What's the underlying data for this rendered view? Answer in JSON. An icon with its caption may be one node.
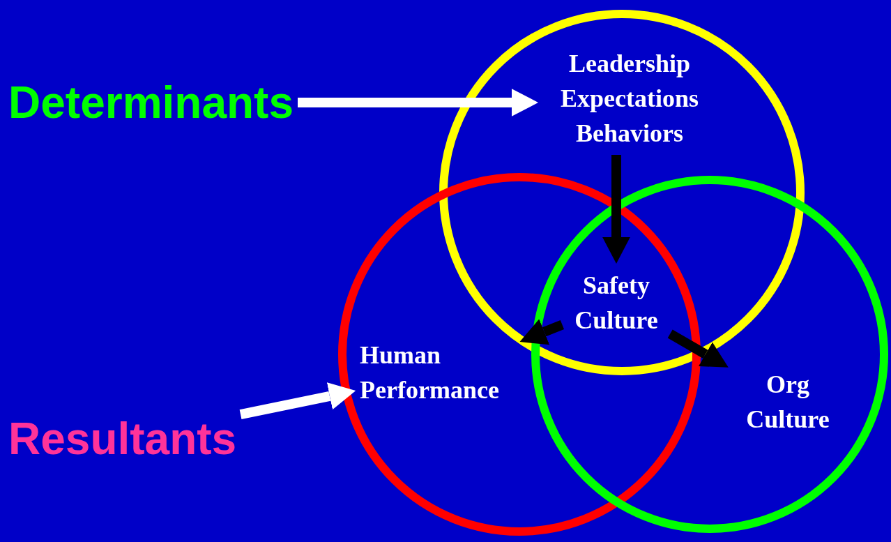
{
  "diagram": {
    "nodes": [
      {
        "text": [
          "Determinants"
        ]
      },
      {
        "text": [
          "Leadership Expectations Behaviors"
        ]
      },
      {
        "text": [
          "Resultants"
        ]
      },
      {
        "text": [
          "Human Performance"
        ]
      },
      {
        "text": [
          "Org Culture"
        ]
      },
      {
        "text": [
          "Safety Culture"
        ]
      }
    ],
    "edges": [
      {
        "from": 0,
        "to": 1,
        "arrow": "to",
        "color": "#ffffff"
      },
      {
        "from": 2,
        "to": 3,
        "arrow": "to",
        "color": "#ffffff"
      },
      {
        "from": 1,
        "to": 5,
        "arrow": "to"
      },
      {
        "from": 5,
        "to": 3,
        "arrow": "to"
      },
      {
        "from": 5,
        "to": 4,
        "arrow": "to"
      }
    ]
  }
}
